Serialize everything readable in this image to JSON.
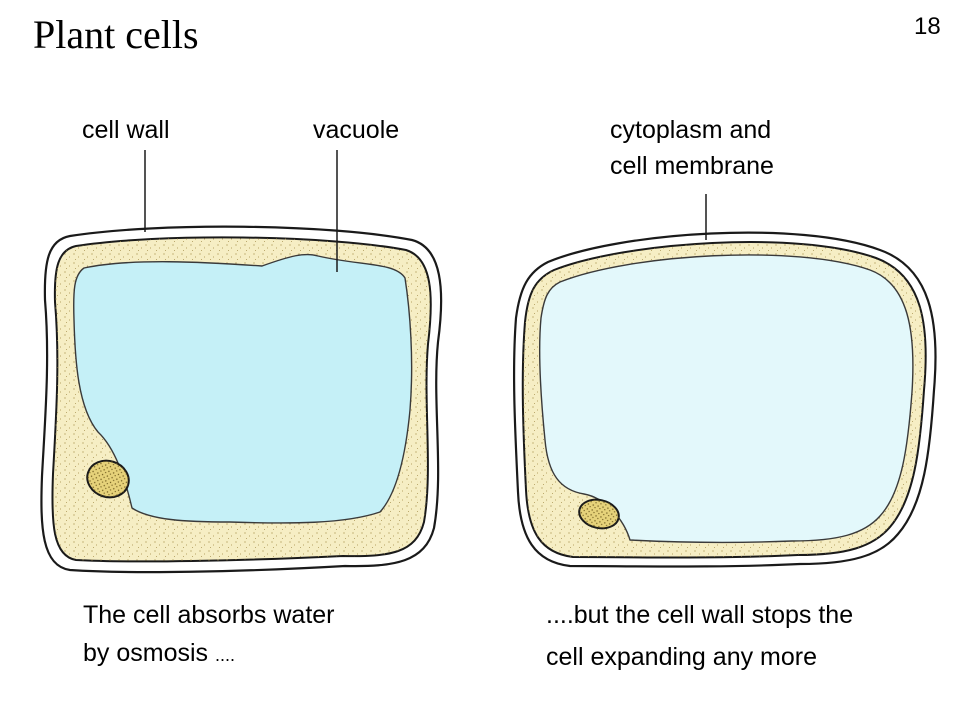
{
  "title": "Plant cells",
  "slide_number": "18",
  "labels": {
    "cell_wall": "cell wall",
    "vacuole": "vacuole",
    "cytoplasm_line1": "cytoplasm and",
    "cytoplasm_line2": "cell membrane"
  },
  "captions": {
    "left_line1": "The cell absorbs water",
    "left_line2_text": "by osmosis ",
    "left_line2_dots": "....",
    "right_line1": "....but the cell wall stops the",
    "right_line2": "cell expanding any more"
  },
  "colors": {
    "vacuole": "#c5f0f7",
    "vacuole_expanded": "#e3f8fb",
    "cytoplasm": "#f6eec4",
    "nucleus": "#e6d27a",
    "outline": "#1a1a1a"
  }
}
